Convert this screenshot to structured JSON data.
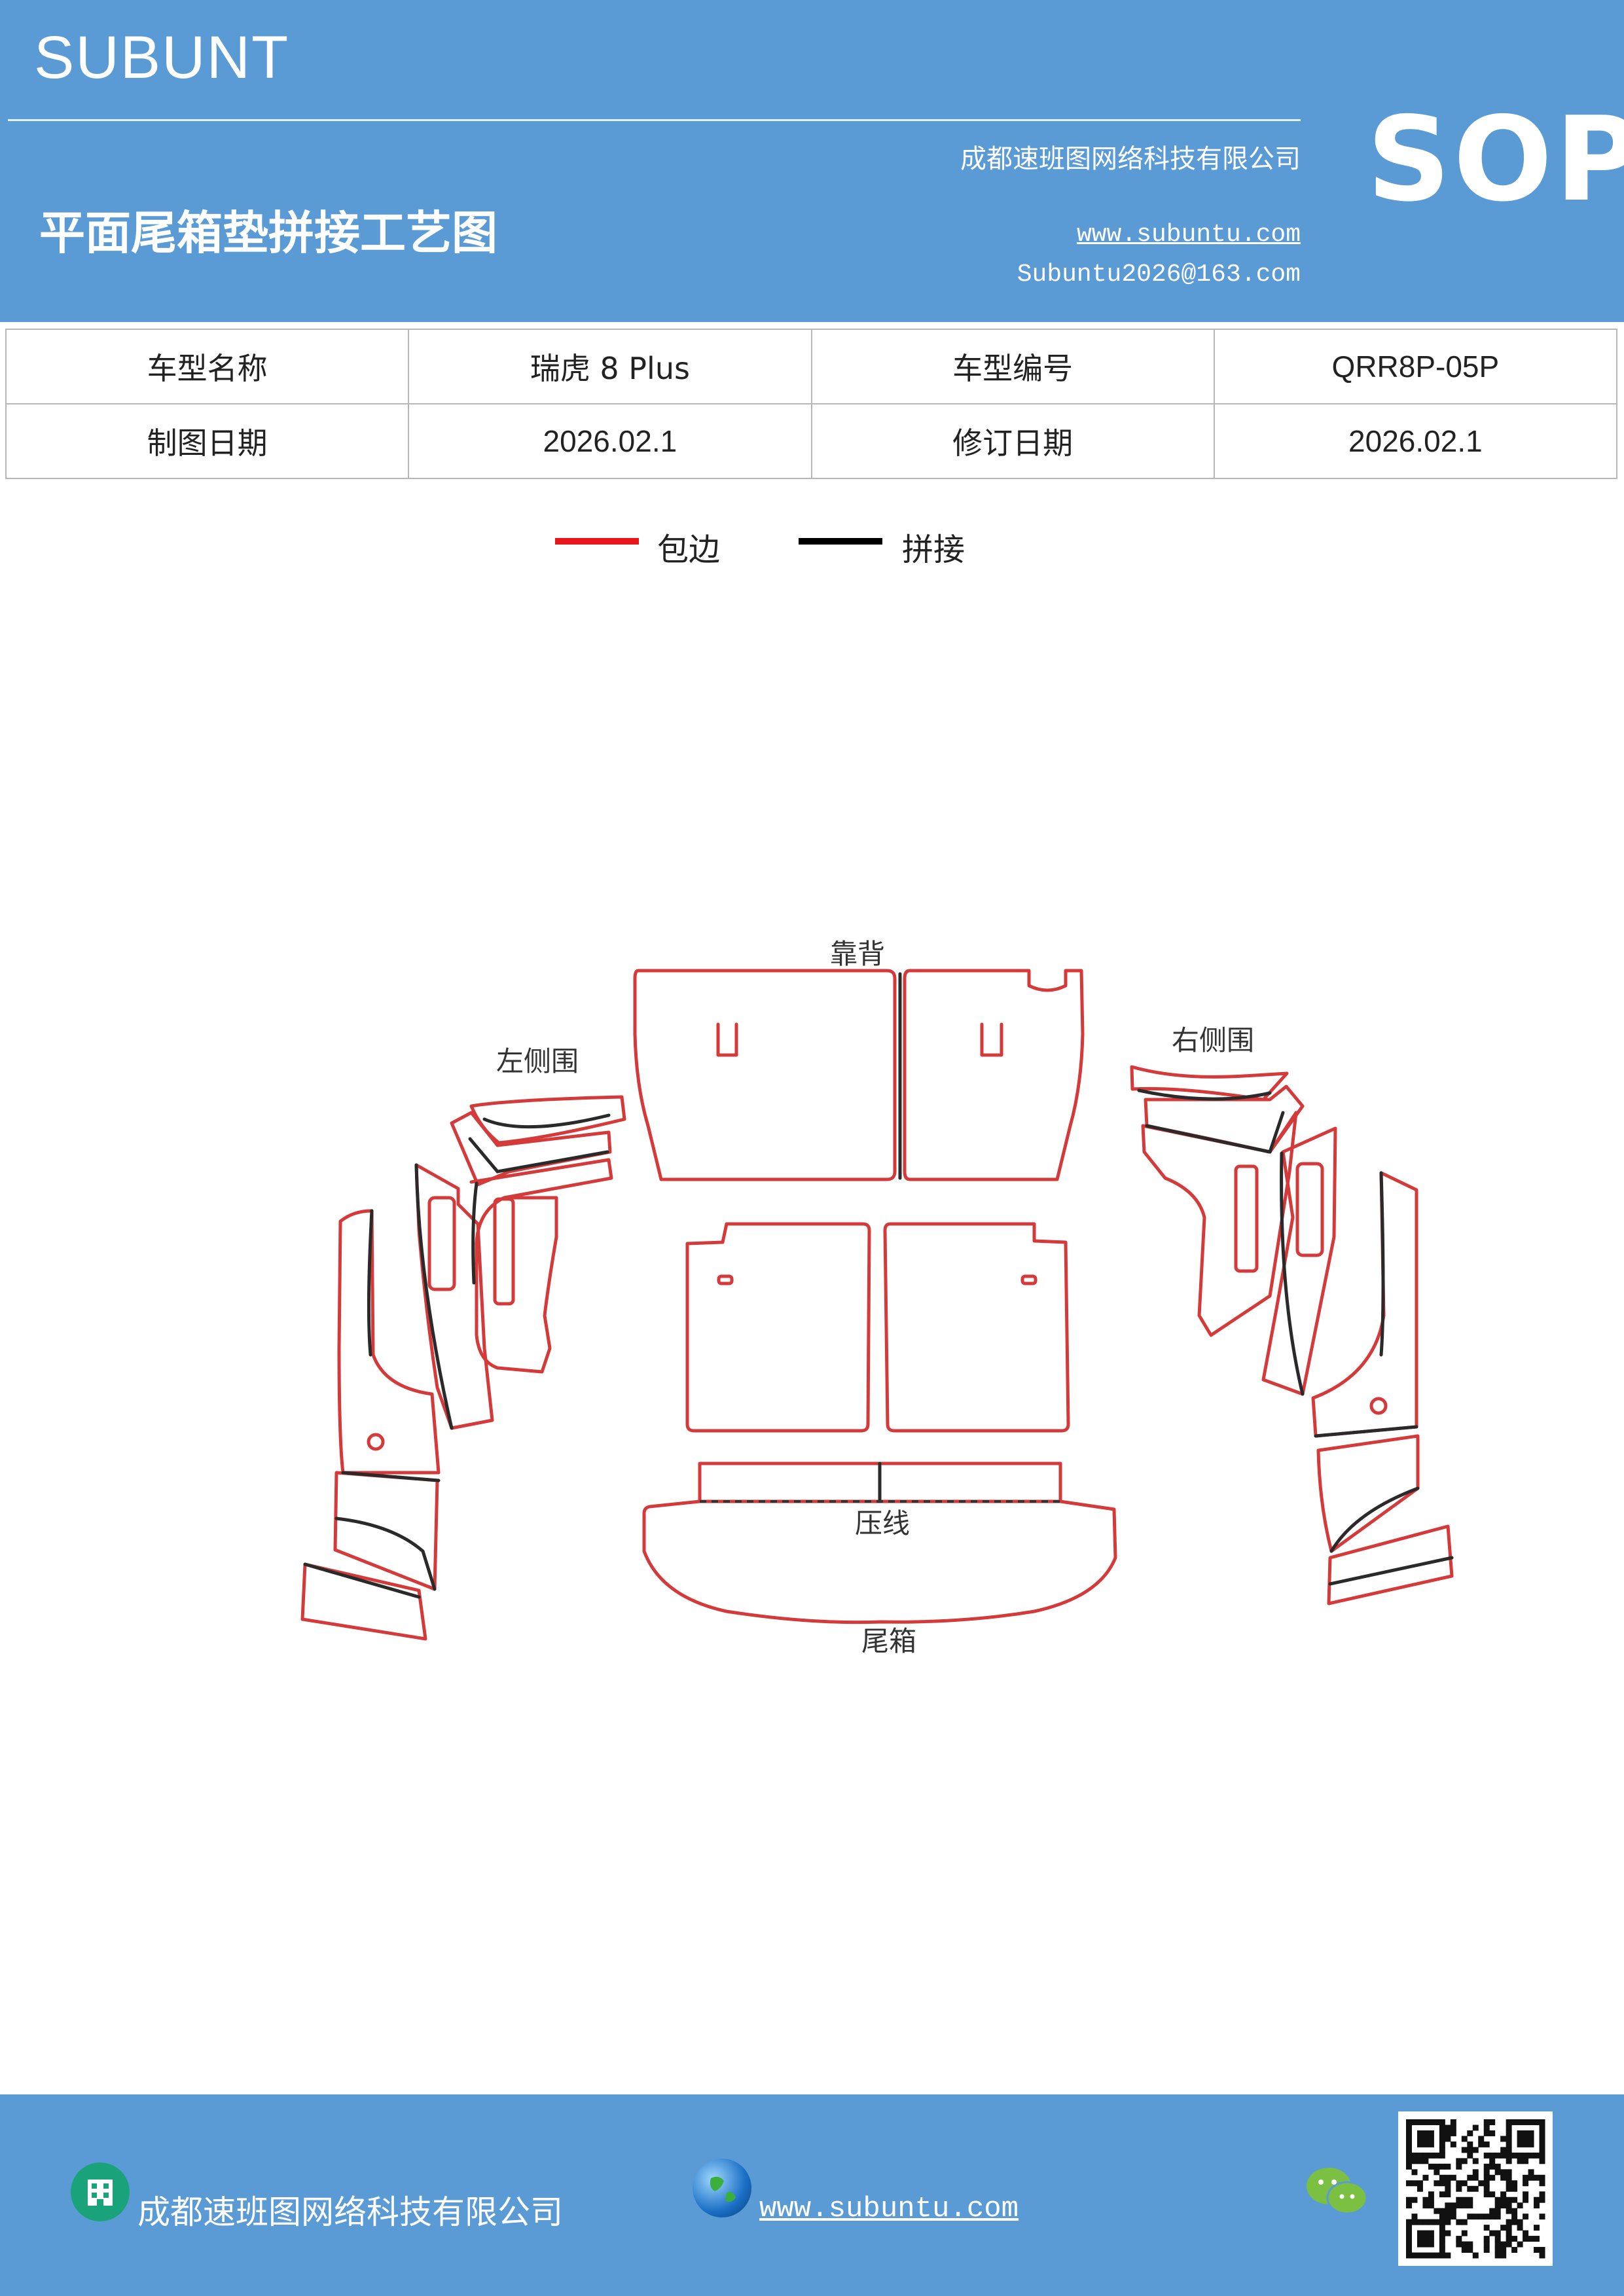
{
  "header": {
    "brand": "SUBUNT",
    "company": "成都速班图网络科技有限公司",
    "title": "平面尾箱垫拼接工艺图",
    "website": "www.subuntu.com",
    "email": "Subuntu2026@163.com",
    "badge": "SOP"
  },
  "info_table": {
    "rows": [
      [
        "车型名称",
        "瑞虎 8  Plus",
        "车型编号",
        "QRR8P-05P"
      ],
      [
        "制图日期",
        "2026.02.1",
        "修订日期",
        "2026.02.1"
      ]
    ]
  },
  "legend": {
    "items": [
      {
        "label": "包边",
        "color": "#e8151b"
      },
      {
        "label": "拼接",
        "color": "#000000"
      }
    ]
  },
  "diagram": {
    "labels": {
      "backrest": "靠背",
      "left_side": "左侧围",
      "right_side": "右侧围",
      "crease": "压线",
      "trunk": "尾箱"
    },
    "colors": {
      "edge": "#d43a3a",
      "seam": "#2a2a2a"
    }
  },
  "footer": {
    "company": "成都速班图网络科技有限公司",
    "website": "www.subuntu.com "
  },
  "icons": [
    "building-icon",
    "globe-icon",
    "wechat-icon",
    "qr-code"
  ]
}
